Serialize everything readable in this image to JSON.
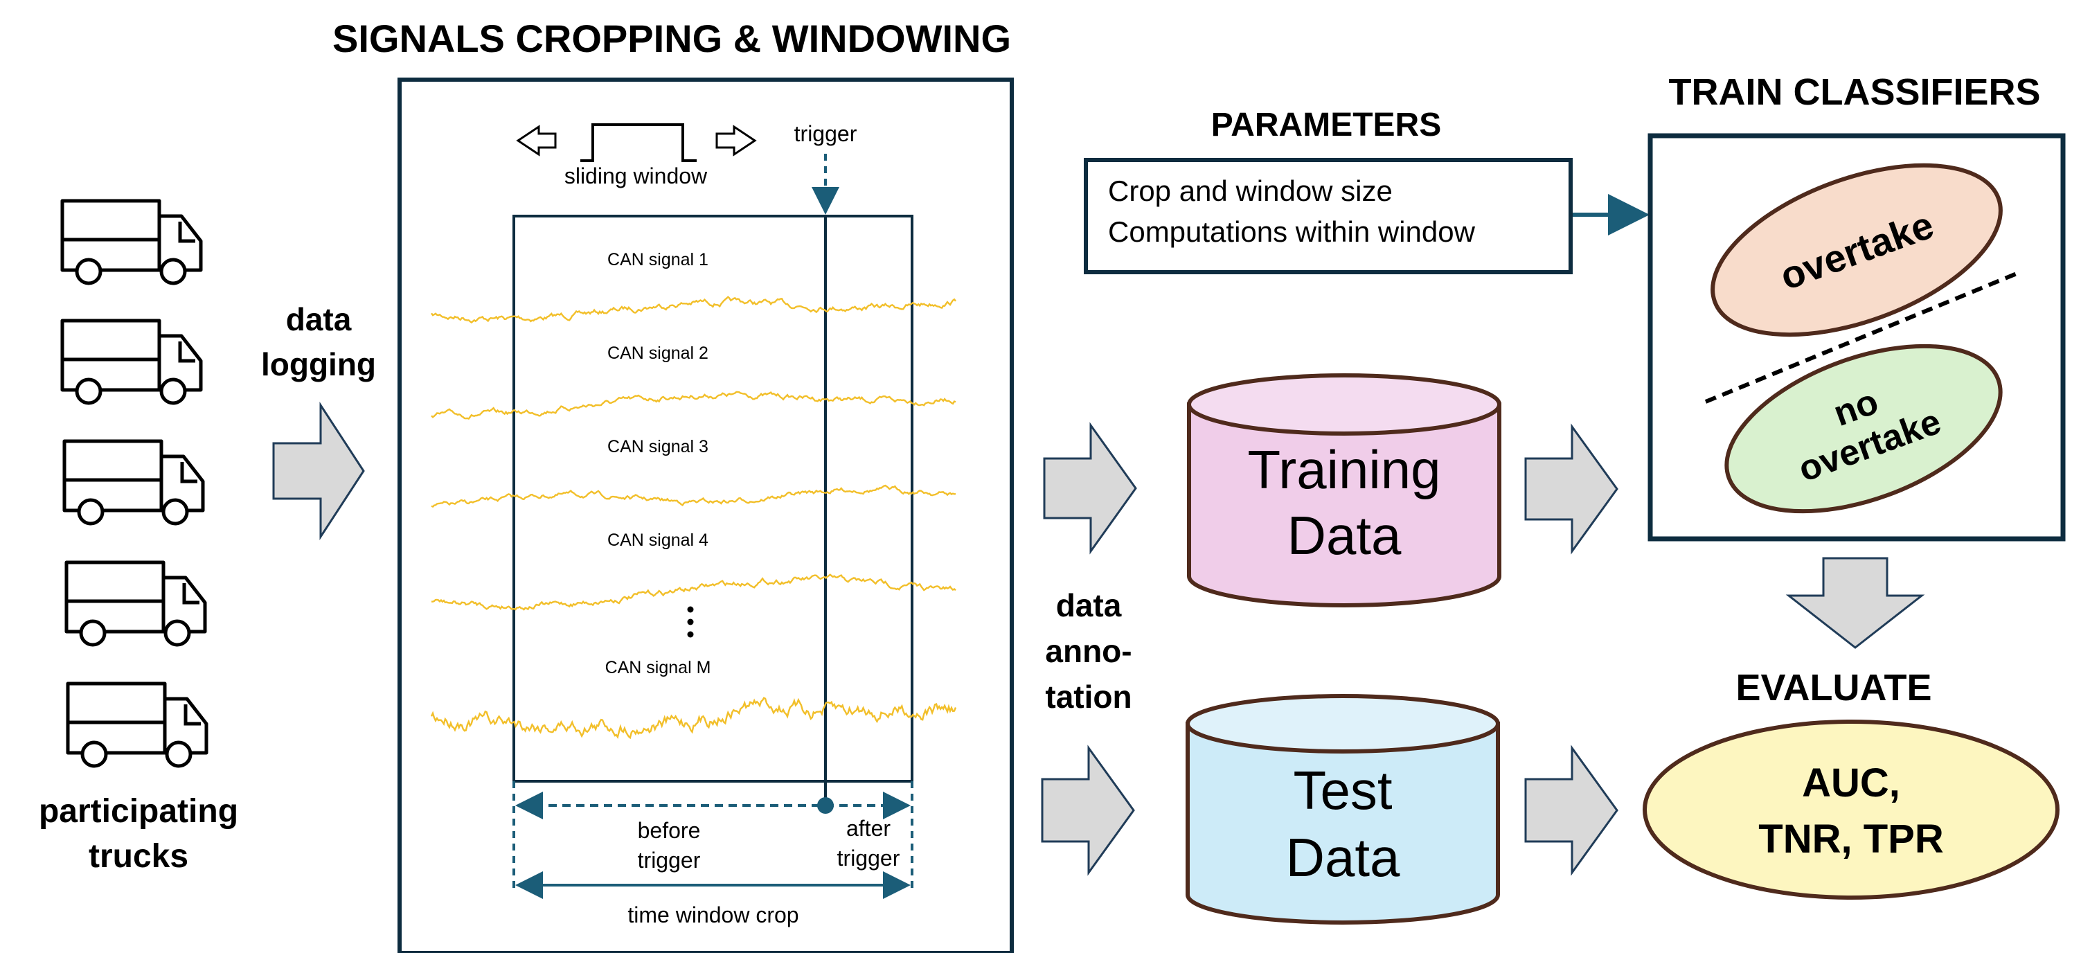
{
  "headings": {
    "cropping": "SIGNALS CROPPING & WINDOWING",
    "parameters": "PARAMETERS",
    "train": "TRAIN CLASSIFIERS",
    "evaluate": "EVALUATE"
  },
  "trucks": {
    "count": 5,
    "label_line1": "participating",
    "label_line2": "trucks"
  },
  "data_logging": {
    "line1": "data",
    "line2": "logging"
  },
  "data_annotation": {
    "line1": "data",
    "line2": "anno-",
    "line3": "tation"
  },
  "window_panel": {
    "sliding_window": "sliding window",
    "trigger": "trigger",
    "signals": [
      {
        "label": "CAN signal 1"
      },
      {
        "label": "CAN signal 2"
      },
      {
        "label": "CAN signal 3"
      },
      {
        "label": "CAN signal 4"
      },
      {
        "label": "CAN signal M"
      }
    ],
    "before_line1": "before",
    "before_line2": "trigger",
    "after_line1": "after",
    "after_line2": "trigger",
    "crop": "time window crop"
  },
  "parameters": {
    "line1": "Crop and window size",
    "line2": "Computations within window"
  },
  "training_data": {
    "line1": "Training",
    "line2": "Data"
  },
  "test_data": {
    "line1": "Test",
    "line2": "Data"
  },
  "classes": {
    "overtake": "overtake",
    "no_line1": "no",
    "no_line2": "overtake"
  },
  "metrics": {
    "line1": "AUC,",
    "line2": "TNR, TPR"
  },
  "colors": {
    "panel_border": "#0d2c3f",
    "accent": "#1b5d78",
    "signal": "#f2bf2a",
    "arrow_fill": "#d9d9d9",
    "arrow_stroke": "#203c58",
    "training_top": "#f4dcf0",
    "training_body": "#f0cde9",
    "test_top": "#dff2fa",
    "test_body": "#cdebf8",
    "overtake_fill": "#f8dccb",
    "no_overtake_fill": "#d9f1cf",
    "metric_fill": "#fdf6c0",
    "ellipse_stroke": "#4f2a1c"
  }
}
